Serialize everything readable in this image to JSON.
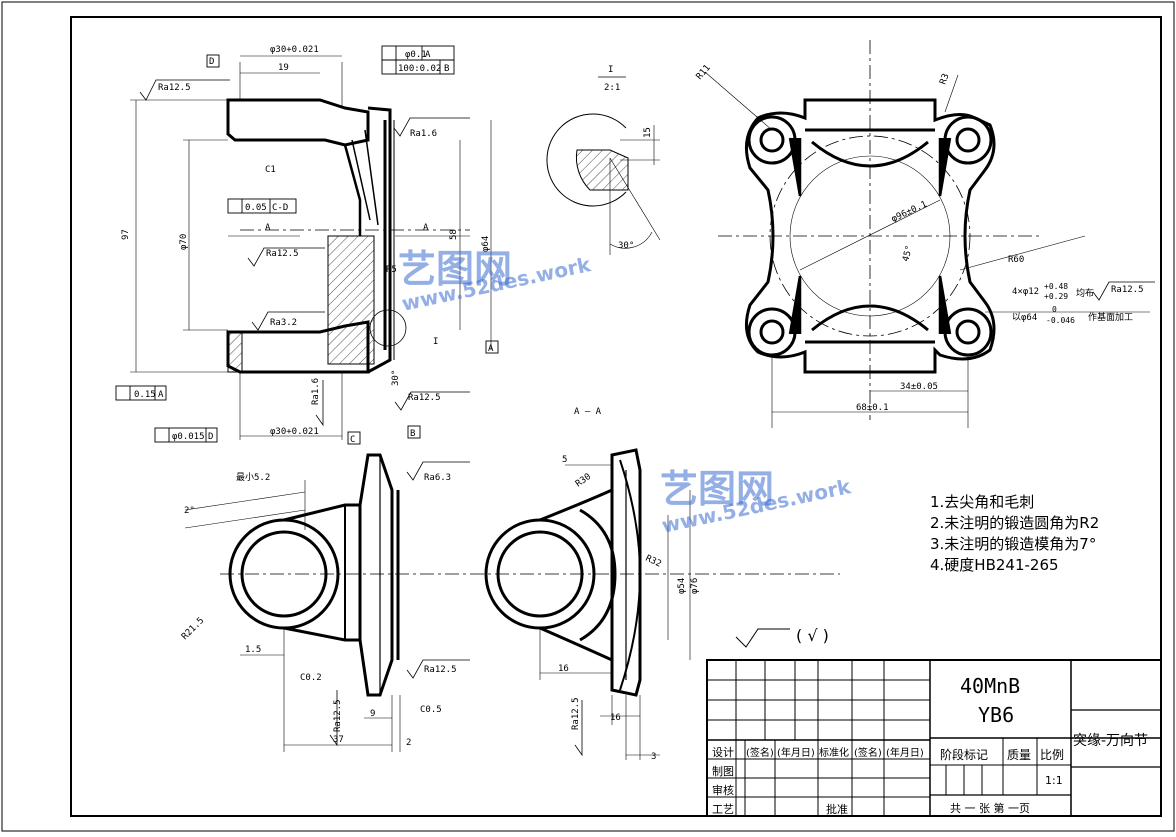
{
  "title_block": {
    "material": "40MnB",
    "drawing_no": "YB6",
    "part_name": "突缘-万向节",
    "stage_label": "阶段标记",
    "mass_label": "质量",
    "scale_label": "比例",
    "scale_value": "1:1",
    "sheet_label": "共 一 张 第 一页",
    "rows": [
      "设计",
      "制图",
      "审核",
      "工艺"
    ],
    "sign_label": "(签名)",
    "date_label": "(年月日)",
    "standard_label": "标准化",
    "approve_label": "批准"
  },
  "notes": [
    "1.去尖角和毛刺",
    "2.未注明的锻造圆角为R2",
    "3.未注明的锻造模角为7°",
    "4.硬度HB241-265"
  ],
  "general_roughness": "(  √  )",
  "section_label": "A — A",
  "detail_label_top": "I",
  "detail_label_bottom": "2:1",
  "dims": {
    "d30a": "φ30+0.021",
    "d30b": "φ30+0.021",
    "d70": "φ70",
    "d64": "φ64",
    "d96": "φ96±0.1",
    "d54": "φ54",
    "d76": "φ76",
    "d19": "19",
    "d97": "97",
    "d58": "58",
    "d34": "34±0.05",
    "d68": "68±0.1",
    "d37": "37",
    "d2": "2",
    "d9": "9",
    "d16a": "16",
    "d16b": "16",
    "d3": "3",
    "d5": "5",
    "d15": "15",
    "d15b": "1.5",
    "r11": "R11",
    "r3": "R3",
    "r60": "R60",
    "r30": "R30",
    "r32": "R32",
    "r215": "R21.5",
    "r5": "R5",
    "a30": "30°",
    "a30b": "30°",
    "a45": "45°",
    "a2": "2°",
    "c1": "C1",
    "c02": "C0.2",
    "c05": "C0.5",
    "min52": "最小5.2",
    "holes": "4×φ12",
    "holes_tol_up": "+0.48",
    "holes_tol_low": "+0.29",
    "holes_even": "均布",
    "bore": "以φ64",
    "bore_tol_up": "0",
    "bore_tol_low": "-0.046",
    "bore_note": "作基面加工",
    "sec_a": "A",
    "label_i": "I"
  },
  "roughness": {
    "r125": "Ra12.5",
    "r16": "Ra1.6",
    "r32": "Ra3.2",
    "r63": "Ra6.3"
  },
  "tolerances": {
    "pos": "φ0.1",
    "pos_ref": "A",
    "par": "100:0.02",
    "par_ref": "B",
    "perp": "0.05",
    "perp_ref": "C-D",
    "sym": "0.15",
    "sym_ref": "A",
    "conc": "φ0.015",
    "conc_ref": "D"
  },
  "datums": {
    "a": "A",
    "b": "B",
    "c": "C",
    "d": "D"
  },
  "watermark": {
    "cn": "艺图网",
    "url": "www.52des.work"
  }
}
